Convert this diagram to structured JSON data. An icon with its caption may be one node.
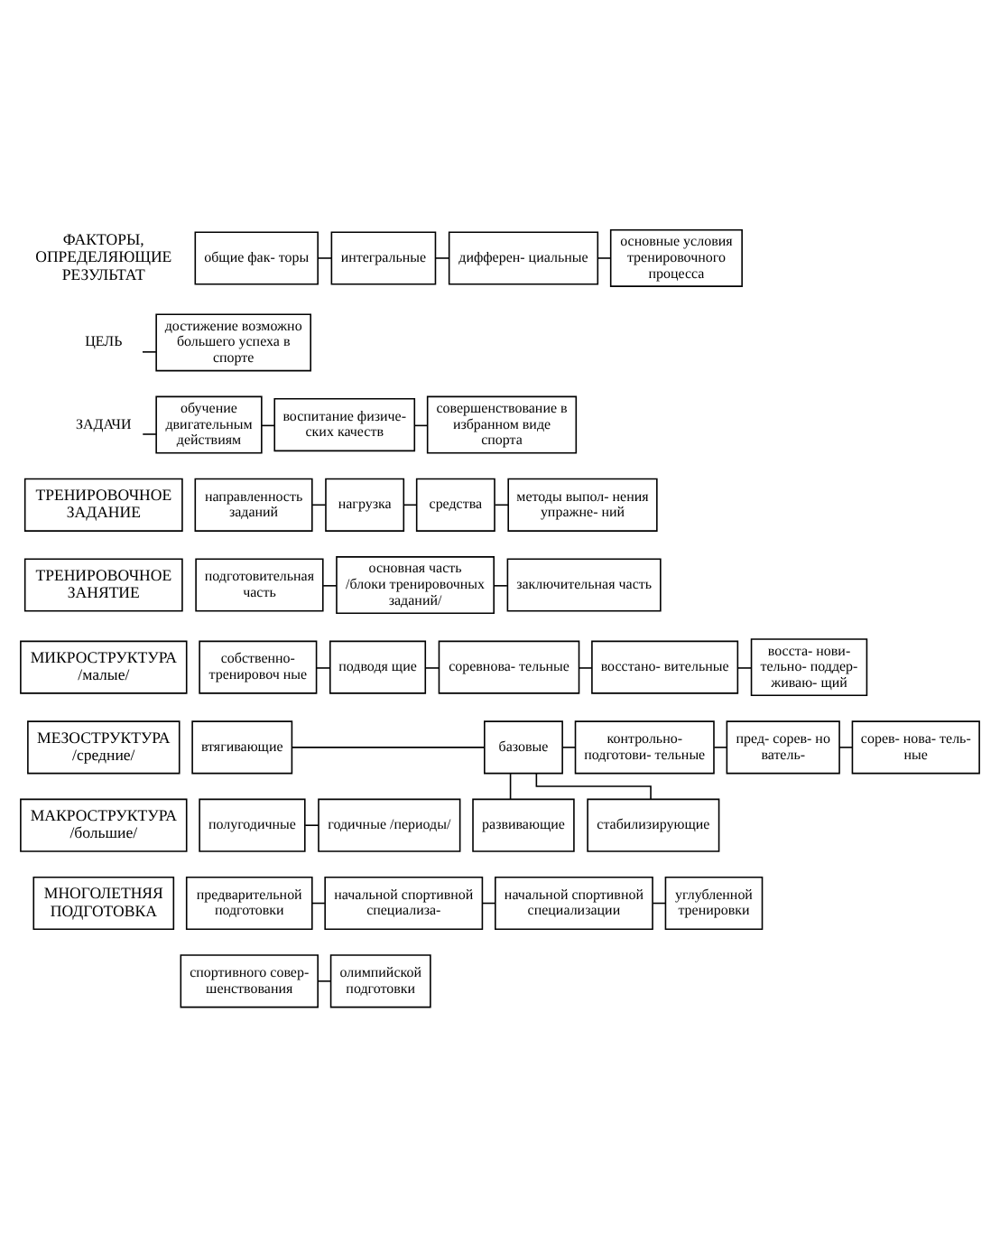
{
  "diagram": {
    "nodes": [
      {
        "text": [
          "общие фак- торы"
        ]
      },
      {
        "text": [
          "интегральные"
        ]
      },
      {
        "text": [
          "дифферен- циальные"
        ]
      },
      {
        "text": [
          "основные условия тренировочного процесса"
        ]
      },
      {
        "text": [
          "ЦЕЛЬ"
        ]
      },
      {
        "text": [
          "достижение возможно большего успеха в спорте"
        ]
      },
      {
        "text": [
          "ЗАДАЧИ"
        ]
      },
      {
        "text": [
          "обучение двигательным действиям"
        ]
      },
      {
        "text": [
          "воспитание физиче- ских качеств"
        ]
      },
      {
        "text": [
          "совершенствование в избранном виде спорта"
        ]
      },
      {
        "text": [
          "ТРЕНИРОВОЧНОЕ ЗАДАНИЕ"
        ]
      },
      {
        "text": [
          "направленность заданий"
        ]
      },
      {
        "text": [
          "нагрузка"
        ]
      },
      {
        "text": [
          "средства"
        ]
      },
      {
        "text": [
          "методы выпол- нения упражне- ний"
        ]
      },
      {
        "text": [
          "ТРЕНИРОВОЧНОЕ ЗАНЯТИЕ"
        ]
      },
      {
        "text": [
          "подготовительная часть"
        ]
      },
      {
        "text": [
          "основная часть /блоки тренировочных заданий/"
        ]
      },
      {
        "text": [
          "заключительная часть"
        ]
      },
      {
        "text": [
          "МИКРОСТРУКТУРА",
          "/малые/"
        ]
      },
      {
        "text": [
          "собственно- тренировоч ные"
        ]
      },
      {
        "text": [
          "подводя щие"
        ]
      },
      {
        "text": [
          "соревнова- тельные"
        ]
      },
      {
        "text": [
          "восстано- вительные"
        ]
      },
      {
        "text": [
          "восста- нови- тельно- поддер- живаю- щий"
        ]
      },
      {
        "text": [
          "МЕЗОСТРУКТУРА",
          "/средние/"
        ]
      },
      {
        "text": [
          "втягивающие"
        ]
      },
      {
        "text": [
          "базовые"
        ]
      },
      {
        "text": [
          "контрольно- подготови- тельные"
        ]
      },
      {
        "text": [
          "пред- сорев- но ватель-"
        ]
      },
      {
        "text": [
          "сорев- нова- тель- ные"
        ]
      },
      {
        "text": [
          "развивающие"
        ]
      },
      {
        "text": [
          "стабилизирующие"
        ]
      },
      {
        "text": [
          "МАКРОСТРУКТУРА",
          "/большие/"
        ]
      },
      {
        "text": [
          "полугодичные"
        ]
      },
      {
        "text": [
          "годичные /периоды/"
        ]
      },
      {
        "text": [
          "МНОГОЛЕТНЯЯ ПОДГОТОВКА"
        ]
      },
      {
        "text": [
          "предварительной подготовки"
        ]
      },
      {
        "text": [
          "начальной спортивной специализа-"
        ]
      },
      {
        "text": [
          "начальной спортивной специализации"
        ]
      },
      {
        "text": [
          "углубленной тренировки"
        ]
      },
      {
        "text": [
          "спортивного совер- шенствования"
        ]
      },
      {
        "text": [
          "олимпийской подготовки"
        ]
      }
    ],
    "edges": [
      {
        "from": 0,
        "to": 1,
        "arrow": "none"
      },
      {
        "from": 1,
        "to": 2,
        "arrow": "none"
      },
      {
        "from": 2,
        "to": 3,
        "arrow": "none"
      },
      {
        "from": 4,
        "to": 5,
        "arrow": "none"
      },
      {
        "from": 6,
        "to": 7,
        "arrow": "none"
      },
      {
        "from": 7,
        "to": 8,
        "arrow": "none"
      },
      {
        "from": 8,
        "to": 9,
        "arrow": "none"
      },
      {
        "from": 11,
        "to": 12,
        "arrow": "none"
      },
      {
        "from": 12,
        "to": 13,
        "arrow": "none"
      },
      {
        "from": 13,
        "to": 14,
        "arrow": "none"
      },
      {
        "from": 16,
        "to": 17,
        "arrow": "none"
      },
      {
        "from": 17,
        "to": 18,
        "arrow": "none"
      },
      {
        "from": 20,
        "to": 21,
        "arrow": "none"
      },
      {
        "from": 21,
        "to": 22,
        "arrow": "none"
      },
      {
        "from": 22,
        "to": 23,
        "arrow": "none"
      },
      {
        "from": 23,
        "to": 24,
        "arrow": "none"
      },
      {
        "from": 26,
        "to": 27,
        "arrow": "none"
      },
      {
        "from": 27,
        "to": 28,
        "arrow": "none"
      },
      {
        "from": 28,
        "to": 29,
        "arrow": "none"
      },
      {
        "from": 29,
        "to": 30,
        "arrow": "none"
      },
      {
        "from": 27,
        "to": 31,
        "arrow": "none"
      },
      {
        "from": 27,
        "to": 32,
        "arrow": "none"
      },
      {
        "from": 34,
        "to": 35,
        "arrow": "none"
      },
      {
        "from": 37,
        "to": 38,
        "arrow": "none"
      },
      {
        "from": 38,
        "to": 39,
        "arrow": "none"
      },
      {
        "from": 39,
        "to": 40,
        "arrow": "none"
      },
      {
        "from": 41,
        "to": 42,
        "arrow": "none"
      }
    ],
    "labels": [
      "ФАКТОРЫ, ОПРЕДЕЛЯЮЩИЕ РЕЗУЛЬТАТ"
    ]
  }
}
